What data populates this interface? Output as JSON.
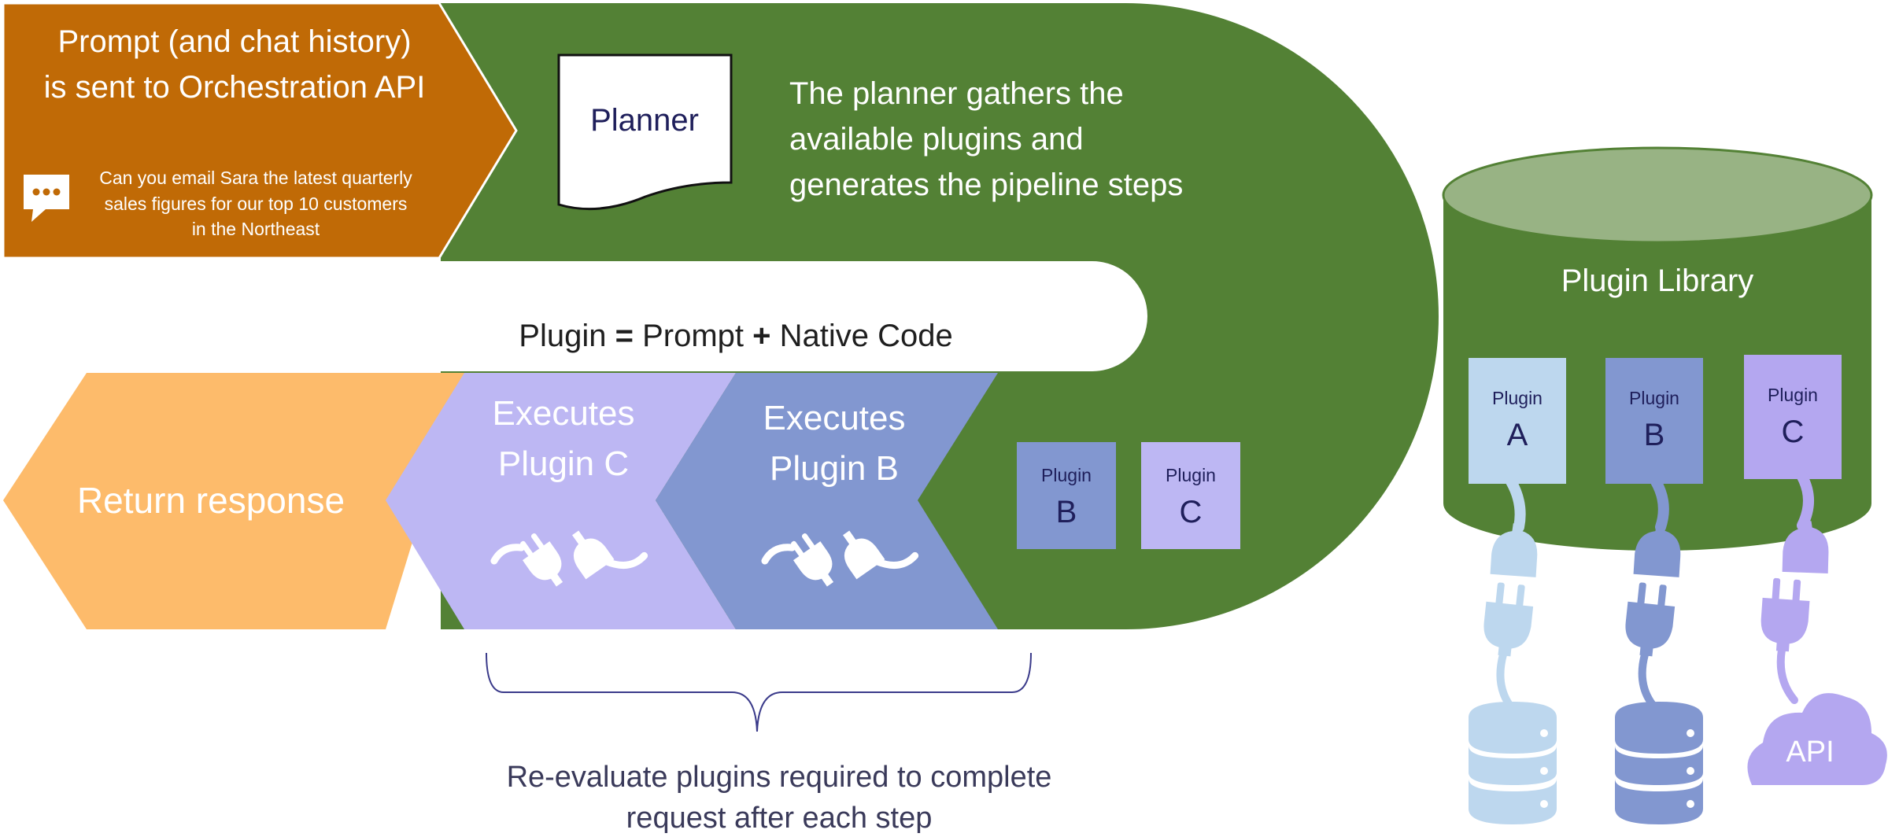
{
  "colors": {
    "orange_dark": "#C06A06",
    "green": "#538135",
    "orange_light": "#FDBB6B",
    "lavender": "#BDB7F3",
    "periwinkle": "#8297D0",
    "plugin_a": "#BDD7EE",
    "plugin_c_lib": "#B4A7F0",
    "cylinder_top": "#98B384",
    "navy_text": "#1F1F5B",
    "dark_text": "#1F1F1F",
    "bracket_text": "#3A3A5A"
  },
  "prompt": {
    "title_line1": "Prompt (and chat history)",
    "title_line2": "is sent to Orchestration API",
    "icon": "chat-bubble-icon",
    "message_line1": "Can you email Sara the latest quarterly",
    "message_line2": "sales figures for our top 10 customers",
    "message_line3": "in the Northeast"
  },
  "planner": {
    "doc_label": "Planner",
    "desc_line1": "The planner gathers the",
    "desc_line2": "available plugins and",
    "desc_line3": "generates the pipeline steps"
  },
  "formula": {
    "left": "Plugin ",
    "eq": "=",
    "prompt": " Prompt ",
    "plus": "+",
    "code": " Native Code"
  },
  "steps": {
    "return": "Return response",
    "exec_c_line1": "Executes",
    "exec_c_line2": "Plugin C",
    "exec_b_line1": "Executes",
    "exec_b_line2": "Plugin B",
    "plug_icon": "plug-icon"
  },
  "queue": [
    {
      "small": "Plugin",
      "big": "B"
    },
    {
      "small": "Plugin",
      "big": "C"
    }
  ],
  "bracket": {
    "line1": "Re-evaluate plugins required to complete",
    "line2": "request after each step"
  },
  "library": {
    "title": "Plugin Library",
    "plugins": [
      {
        "small": "Plugin",
        "big": "A"
      },
      {
        "small": "Plugin",
        "big": "B"
      },
      {
        "small": "Plugin",
        "big": "C"
      }
    ],
    "api_label": "API",
    "database_icon": "database-icon",
    "cloud_icon": "cloud-icon"
  }
}
